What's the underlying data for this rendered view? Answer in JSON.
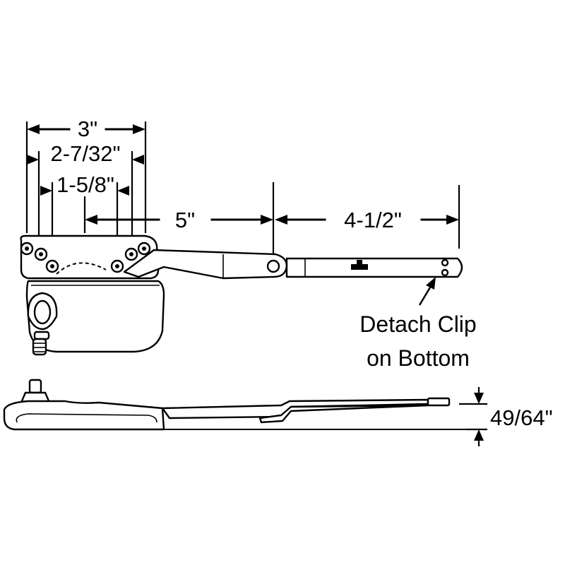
{
  "dimensions": {
    "d1": "3\"",
    "d2": "2-7/32\"",
    "d3": "1-5/8\"",
    "d4": "5\"",
    "d5": "4-1/2\"",
    "d6": "49/64\""
  },
  "callout": {
    "line1": "Detach Clip",
    "line2": "on Bottom"
  }
}
